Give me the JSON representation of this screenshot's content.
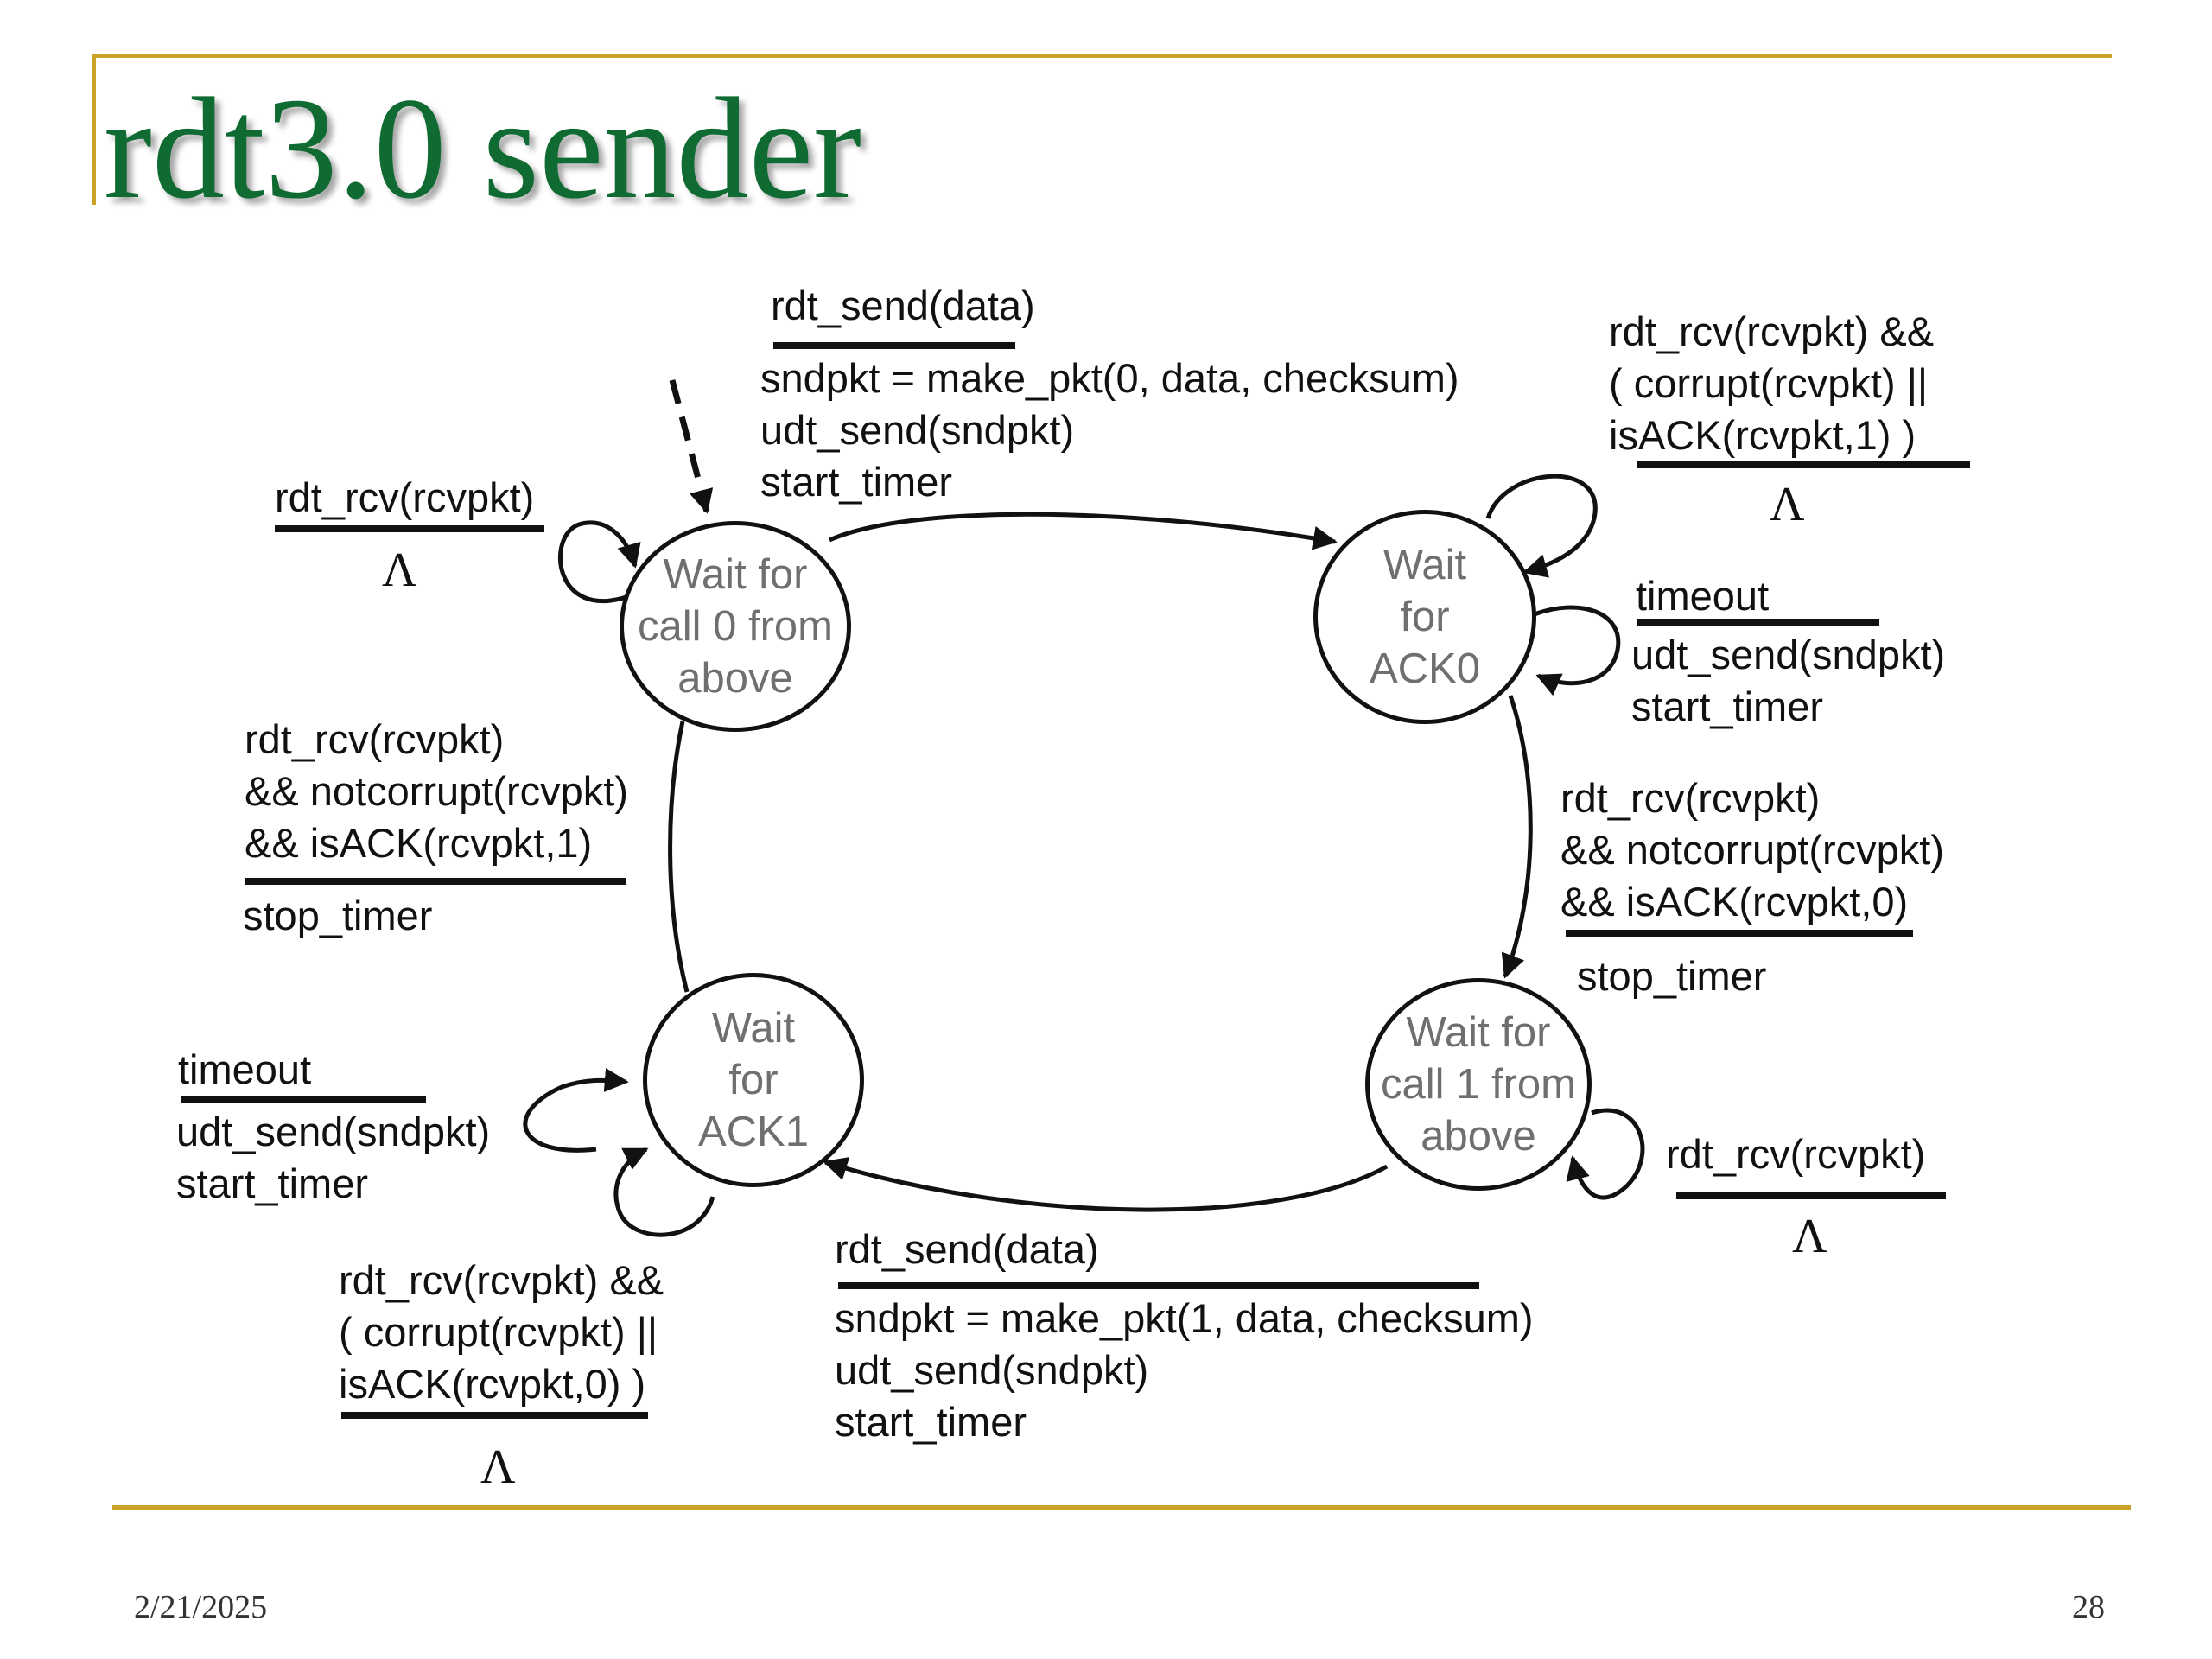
{
  "slide": {
    "title": "rdt3.0 sender",
    "date": "2/21/2025",
    "page": "28"
  },
  "states": [
    {
      "id": "wait_call0",
      "lines": [
        "Wait for",
        "call 0 from",
        "above"
      ]
    },
    {
      "id": "wait_ack0",
      "lines": [
        "Wait",
        "for",
        "ACK0"
      ]
    },
    {
      "id": "wait_call1",
      "lines": [
        "Wait for",
        "call 1 from",
        "above"
      ]
    },
    {
      "id": "wait_ack1",
      "lines": [
        "Wait",
        "for",
        "ACK1"
      ]
    }
  ],
  "transitions": {
    "call0_to_ack0": {
      "event": "rdt_send(data)",
      "actions": [
        "sndpkt = make_pkt(0, data, checksum)",
        "udt_send(sndpkt)",
        "start_timer"
      ]
    },
    "ack0_self_corrupt": {
      "event": [
        "rdt_rcv(rcvpkt) &&",
        "( corrupt(rcvpkt) ||",
        "isACK(rcvpkt,1) )"
      ],
      "action": "Λ"
    },
    "ack0_self_timeout": {
      "event": "timeout",
      "actions": [
        "udt_send(sndpkt)",
        "start_timer"
      ]
    },
    "ack0_to_call1": {
      "event": [
        "rdt_rcv(rcvpkt)",
        "&& notcorrupt(rcvpkt)",
        "&& isACK(rcvpkt,0)"
      ],
      "action": "stop_timer"
    },
    "call1_self": {
      "event": "rdt_rcv(rcvpkt)",
      "action": "Λ"
    },
    "call1_to_ack1": {
      "event": "rdt_send(data)",
      "actions": [
        "sndpkt = make_pkt(1, data, checksum)",
        "udt_send(sndpkt)",
        "start_timer"
      ]
    },
    "ack1_self_timeout": {
      "event": "timeout",
      "actions": [
        "udt_send(sndpkt)",
        "start_timer"
      ]
    },
    "ack1_self_corrupt": {
      "event": [
        "rdt_rcv(rcvpkt) &&",
        "( corrupt(rcvpkt) ||",
        "isACK(rcvpkt,0) )"
      ],
      "action": "Λ"
    },
    "ack1_to_call0": {
      "event": [
        "rdt_rcv(rcvpkt)",
        "&& notcorrupt(rcvpkt)",
        "&& isACK(rcvpkt,1)"
      ],
      "action": "stop_timer"
    },
    "call0_self": {
      "event": "rdt_rcv(rcvpkt)",
      "action": "Λ"
    }
  }
}
